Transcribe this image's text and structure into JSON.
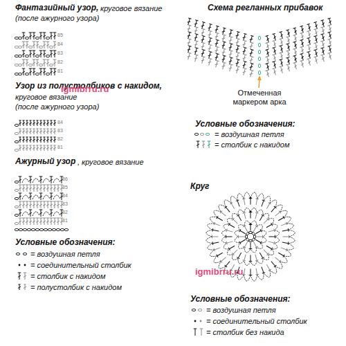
{
  "diagram": {
    "labels": [
      "Фантазийный узор,",
      "круговое вязание",
      "(после ажурного узора)",
      "85",
      "84",
      "83",
      "82",
      "81",
      "Узор из полустолбиков с накидом,",
      "круговое вязание",
      "(после ажурного узора)",
      "84",
      "83",
      "82",
      "81",
      "Ажурный узор",
      ", круговое вязание",
      "86",
      "85",
      "84",
      "83",
      "82",
      "81",
      "Условные обозначения:",
      "Схема регланных прибавок",
      "Отмеченная маркером арка",
      "Условные обозначения:",
      "Круг",
      "Условные обозначения:",
      "igmibrru.ru",
      "igmibrru.ru"
    ],
    "legend": [
      {
        "text": "= воздушная петля"
      },
      {
        "text": "= соединительный столбик"
      },
      {
        "text": "= столбик с накидом"
      },
      {
        "text": "= полустолбик с накидом"
      },
      {
        "text": "= воздушная петля"
      },
      {
        "text": "= столбик с накидом"
      },
      {
        "text": "= воздушная петля"
      },
      {
        "text": "= соединительный столбик"
      },
      {
        "text": "= столбик без накида"
      }
    ]
  }
}
